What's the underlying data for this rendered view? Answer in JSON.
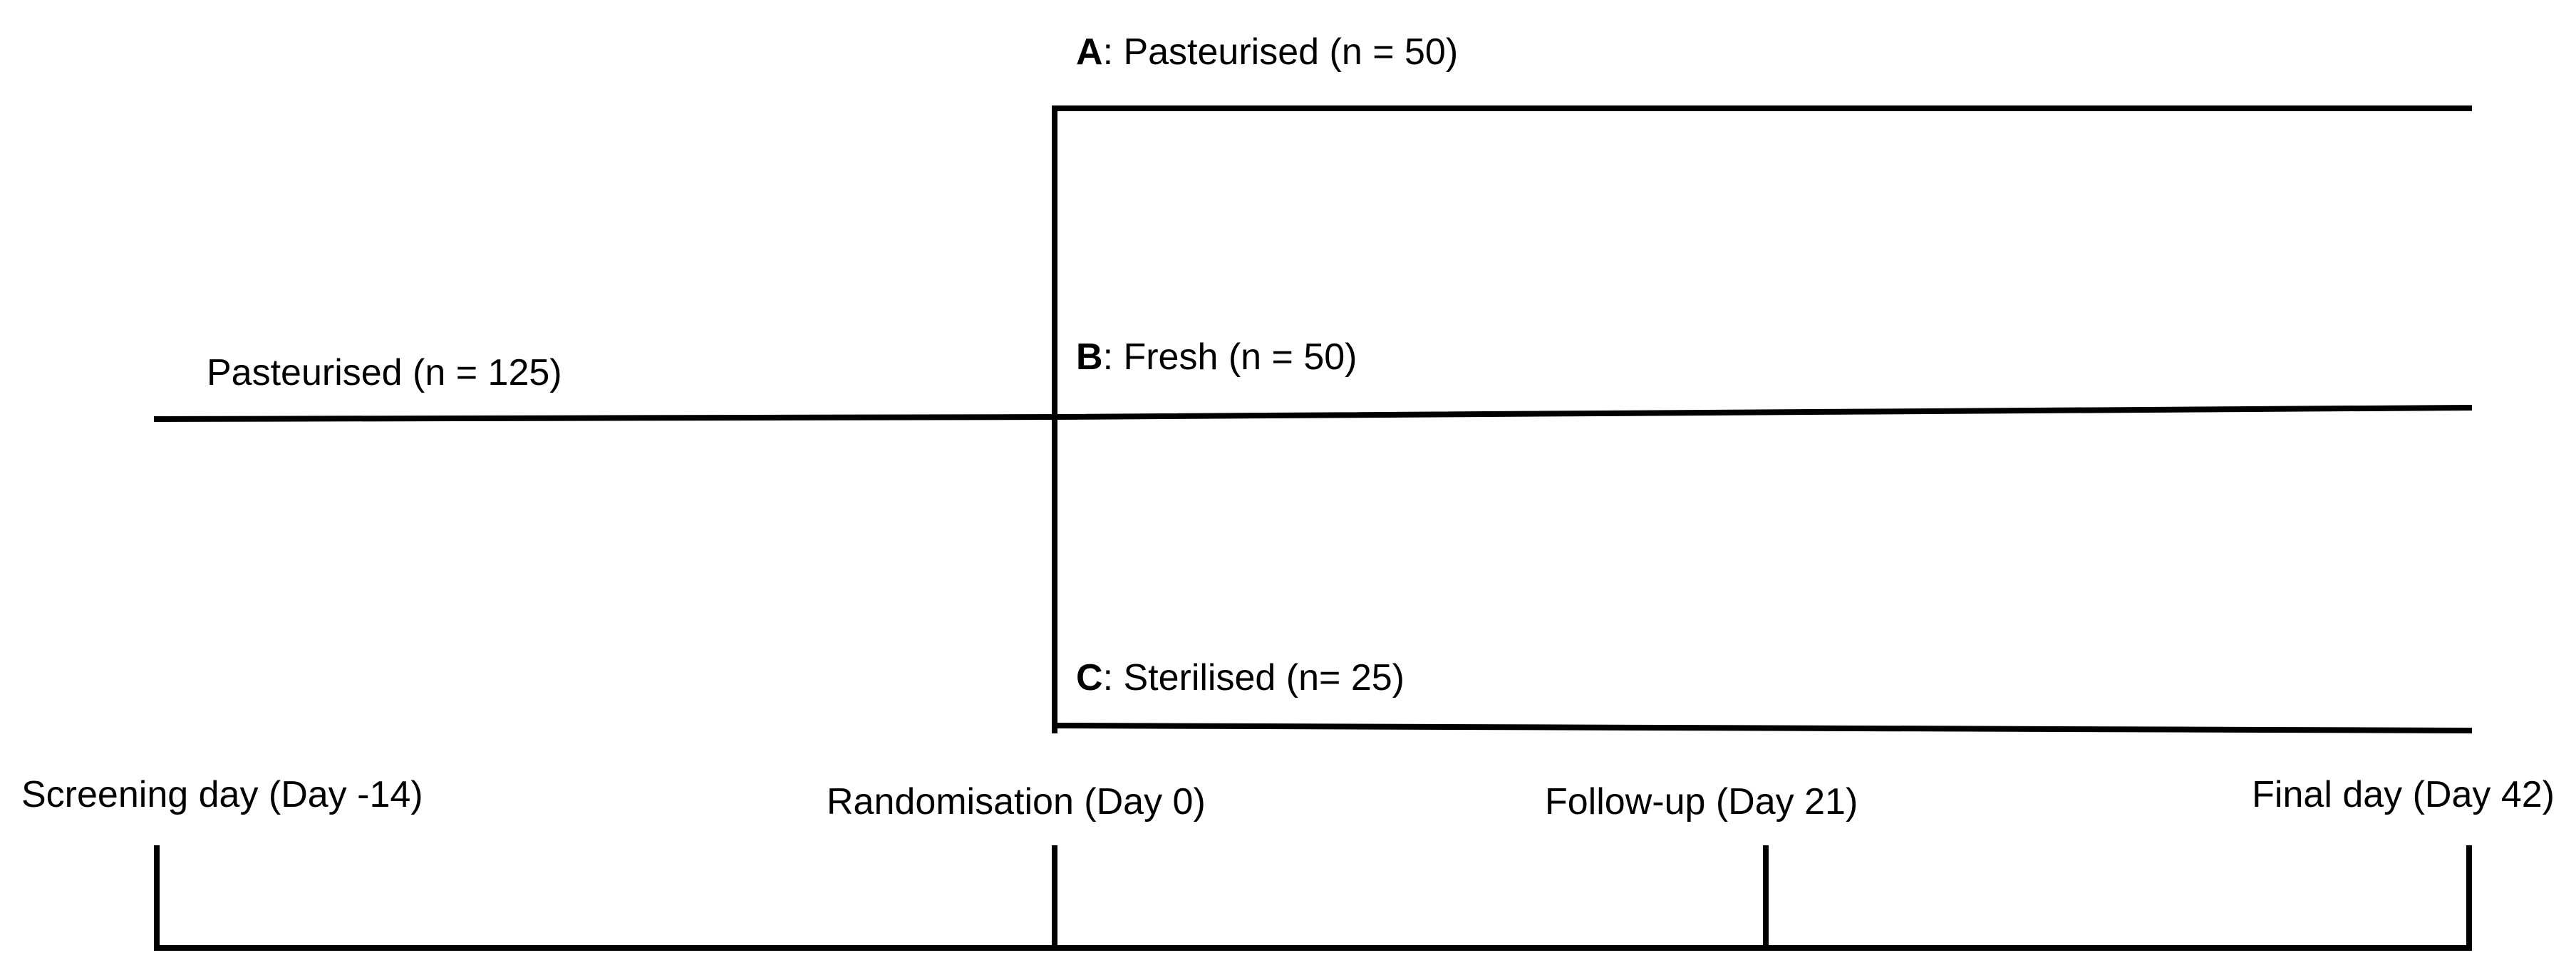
{
  "run_in": {
    "label": "Pasteurised (n = 125)"
  },
  "arms": [
    {
      "letter": "A",
      "label": ": Pasteurised (n = 50)"
    },
    {
      "letter": "B",
      "label": ": Fresh (n = 50)"
    },
    {
      "letter": "C",
      "label": ": Sterilised (n= 25)"
    }
  ],
  "timeline": [
    {
      "label": "Screening day (Day -14)"
    },
    {
      "label": "Randomisation (Day 0)"
    },
    {
      "label": "Follow-up (Day 21)"
    },
    {
      "label": "Final day (Day 42)"
    }
  ]
}
